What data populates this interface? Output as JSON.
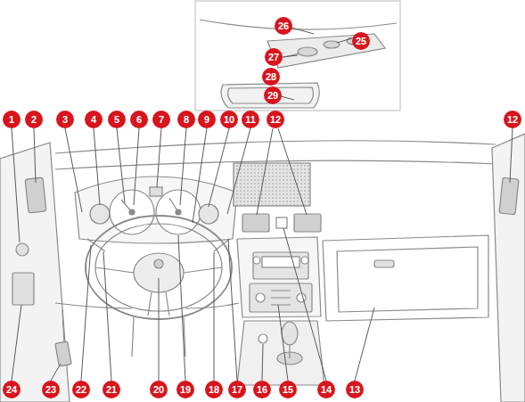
{
  "diagram": {
    "labels": [
      "26",
      "25",
      "27",
      "28",
      "29",
      "1",
      "2",
      "3",
      "4",
      "5",
      "6",
      "7",
      "8",
      "9",
      "10",
      "11",
      "12",
      "12",
      "24",
      "23",
      "22",
      "21",
      "20",
      "19",
      "18",
      "17",
      "16",
      "15",
      "14",
      "13"
    ]
  }
}
